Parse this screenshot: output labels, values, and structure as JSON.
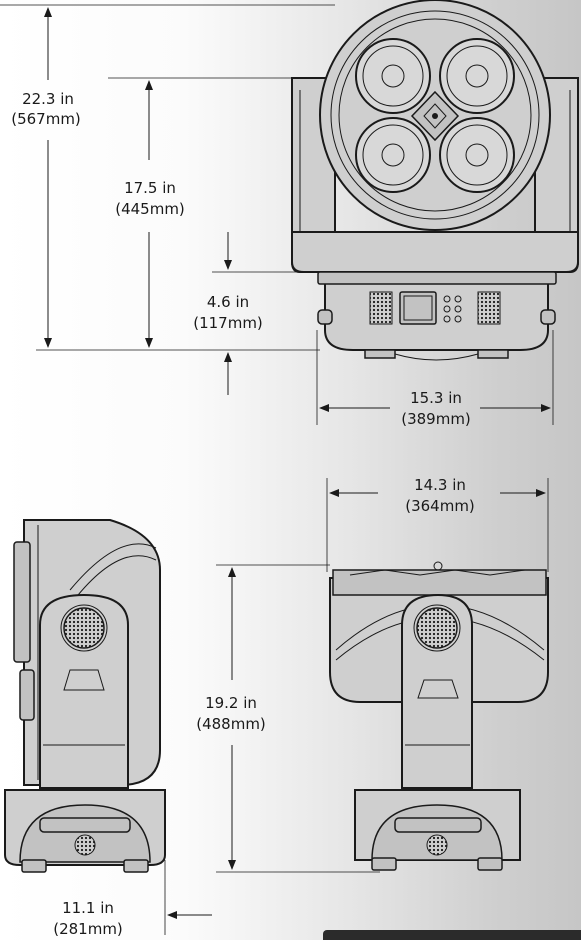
{
  "dimensions": {
    "overall_height": {
      "imperial": "22.3 in",
      "metric": "(567mm)"
    },
    "head_height": {
      "imperial": "17.5 in",
      "metric": "(445mm)"
    },
    "base_height": {
      "imperial": "4.6 in",
      "metric": "(117mm)"
    },
    "base_width": {
      "imperial": "15.3 in",
      "metric": "(389mm)"
    },
    "yoke_width": {
      "imperial": "14.3 in",
      "metric": "(364mm)"
    },
    "side_height": {
      "imperial": "19.2 in",
      "metric": "(488mm)"
    },
    "depth": {
      "imperial": "11.1 in",
      "metric": "(281mm)"
    }
  },
  "colors": {
    "line": "#1a1a1a",
    "body": "#cfcfcf",
    "corner_bar": "#2b2b2b"
  }
}
